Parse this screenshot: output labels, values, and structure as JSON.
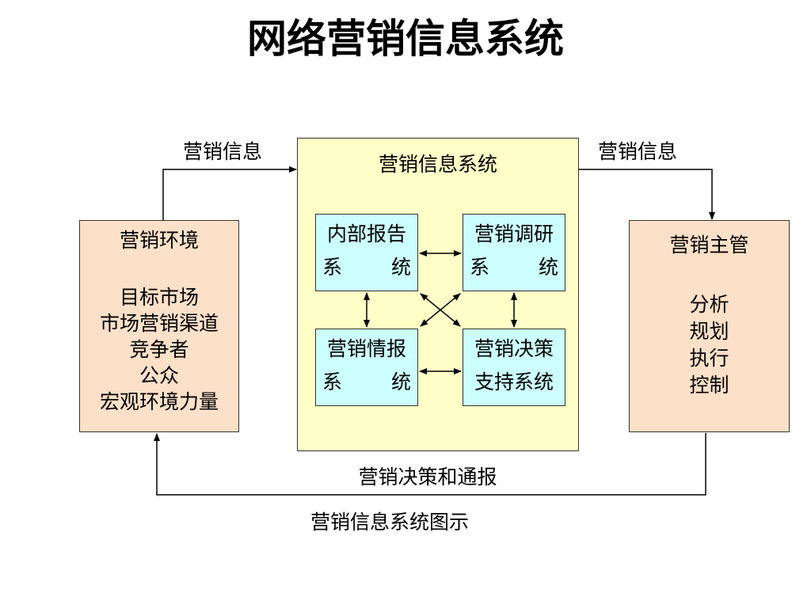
{
  "title": "网络营销信息系统",
  "caption": "营销信息系统图示",
  "labels": {
    "info_in": "营销信息",
    "info_out": "营销信息",
    "feedback": "营销决策和通报"
  },
  "env": {
    "title": "营销环境",
    "items": [
      "目标市场",
      "市场营销渠道",
      "竞争者",
      "公众",
      "宏观环境力量"
    ]
  },
  "mis": {
    "title": "营销信息系统",
    "internal": {
      "l1": "内部报告",
      "a": "系",
      "b": "统"
    },
    "research": {
      "l1": "营销调研",
      "a": "系",
      "b": "统"
    },
    "intel": {
      "l1": "营销情报",
      "a": "系",
      "b": "统"
    },
    "dss": {
      "l1": "营销决策",
      "l2": "支持系统"
    }
  },
  "mgr": {
    "title": "营销主管",
    "items": [
      "分析",
      "规划",
      "执行",
      "控制"
    ]
  },
  "colors": {
    "env": "#fde0c8",
    "mis": "#ffffc8",
    "sub": "#ccffff",
    "mgr": "#fde0c8"
  }
}
